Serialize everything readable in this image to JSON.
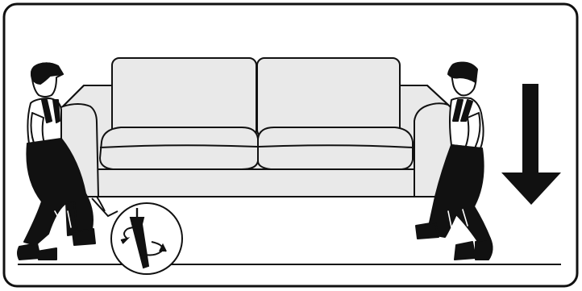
{
  "diagram": {
    "kind": "assembly-instruction",
    "step": "attach-sofa-legs",
    "figures": [
      "mover-left",
      "mover-right"
    ],
    "object": "sofa",
    "callout": "leg-screw-in",
    "arrow_direction": "down",
    "colors": {
      "ink": "#111111",
      "sofa_fill": "#e9e9e9",
      "skin": "#ffffff",
      "paper": "#ffffff"
    }
  }
}
